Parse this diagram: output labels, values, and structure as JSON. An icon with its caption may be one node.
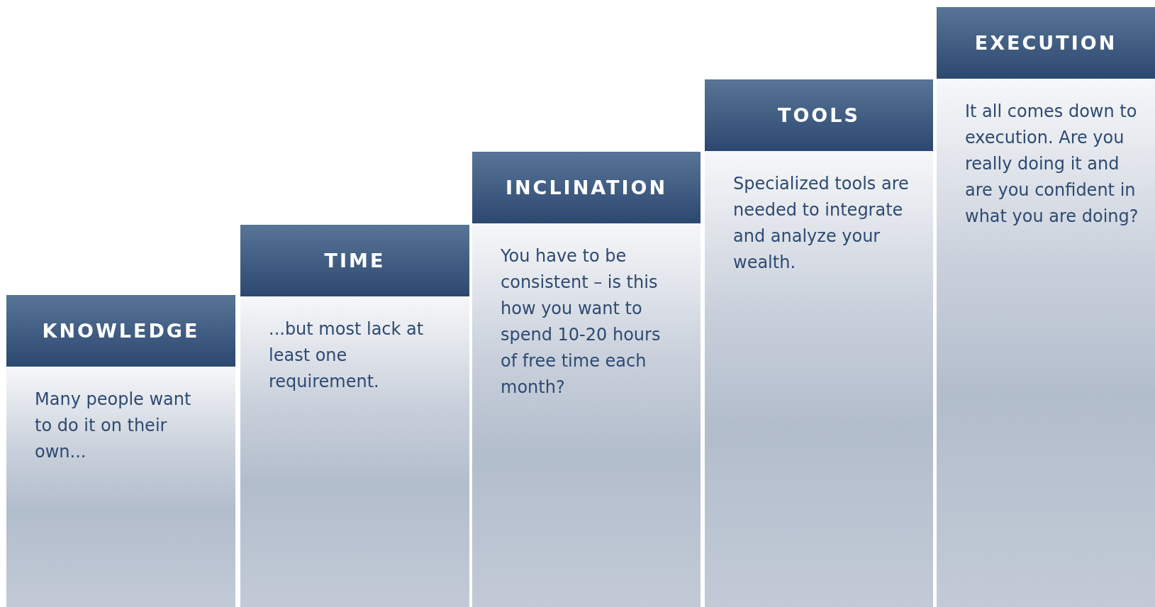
{
  "diagram": {
    "nodes": [
      {
        "text": [
          "KNOWLEDGE",
          "Many people want to do it on their own..."
        ]
      },
      {
        "text": [
          "TIME",
          "...but most lack at least one requirement."
        ]
      },
      {
        "text": [
          "INCLINATION",
          "You have to be consistent – is this how you want to spend 10-20 hours of free time each month?"
        ]
      },
      {
        "text": [
          "TOOLS",
          "Specialized tools are needed to integrate and analyze your wealth."
        ]
      },
      {
        "text": [
          "EXECUTION",
          "It all comes down to execution. Are you really doing it and are you confident in what you are doing?"
        ]
      }
    ]
  }
}
